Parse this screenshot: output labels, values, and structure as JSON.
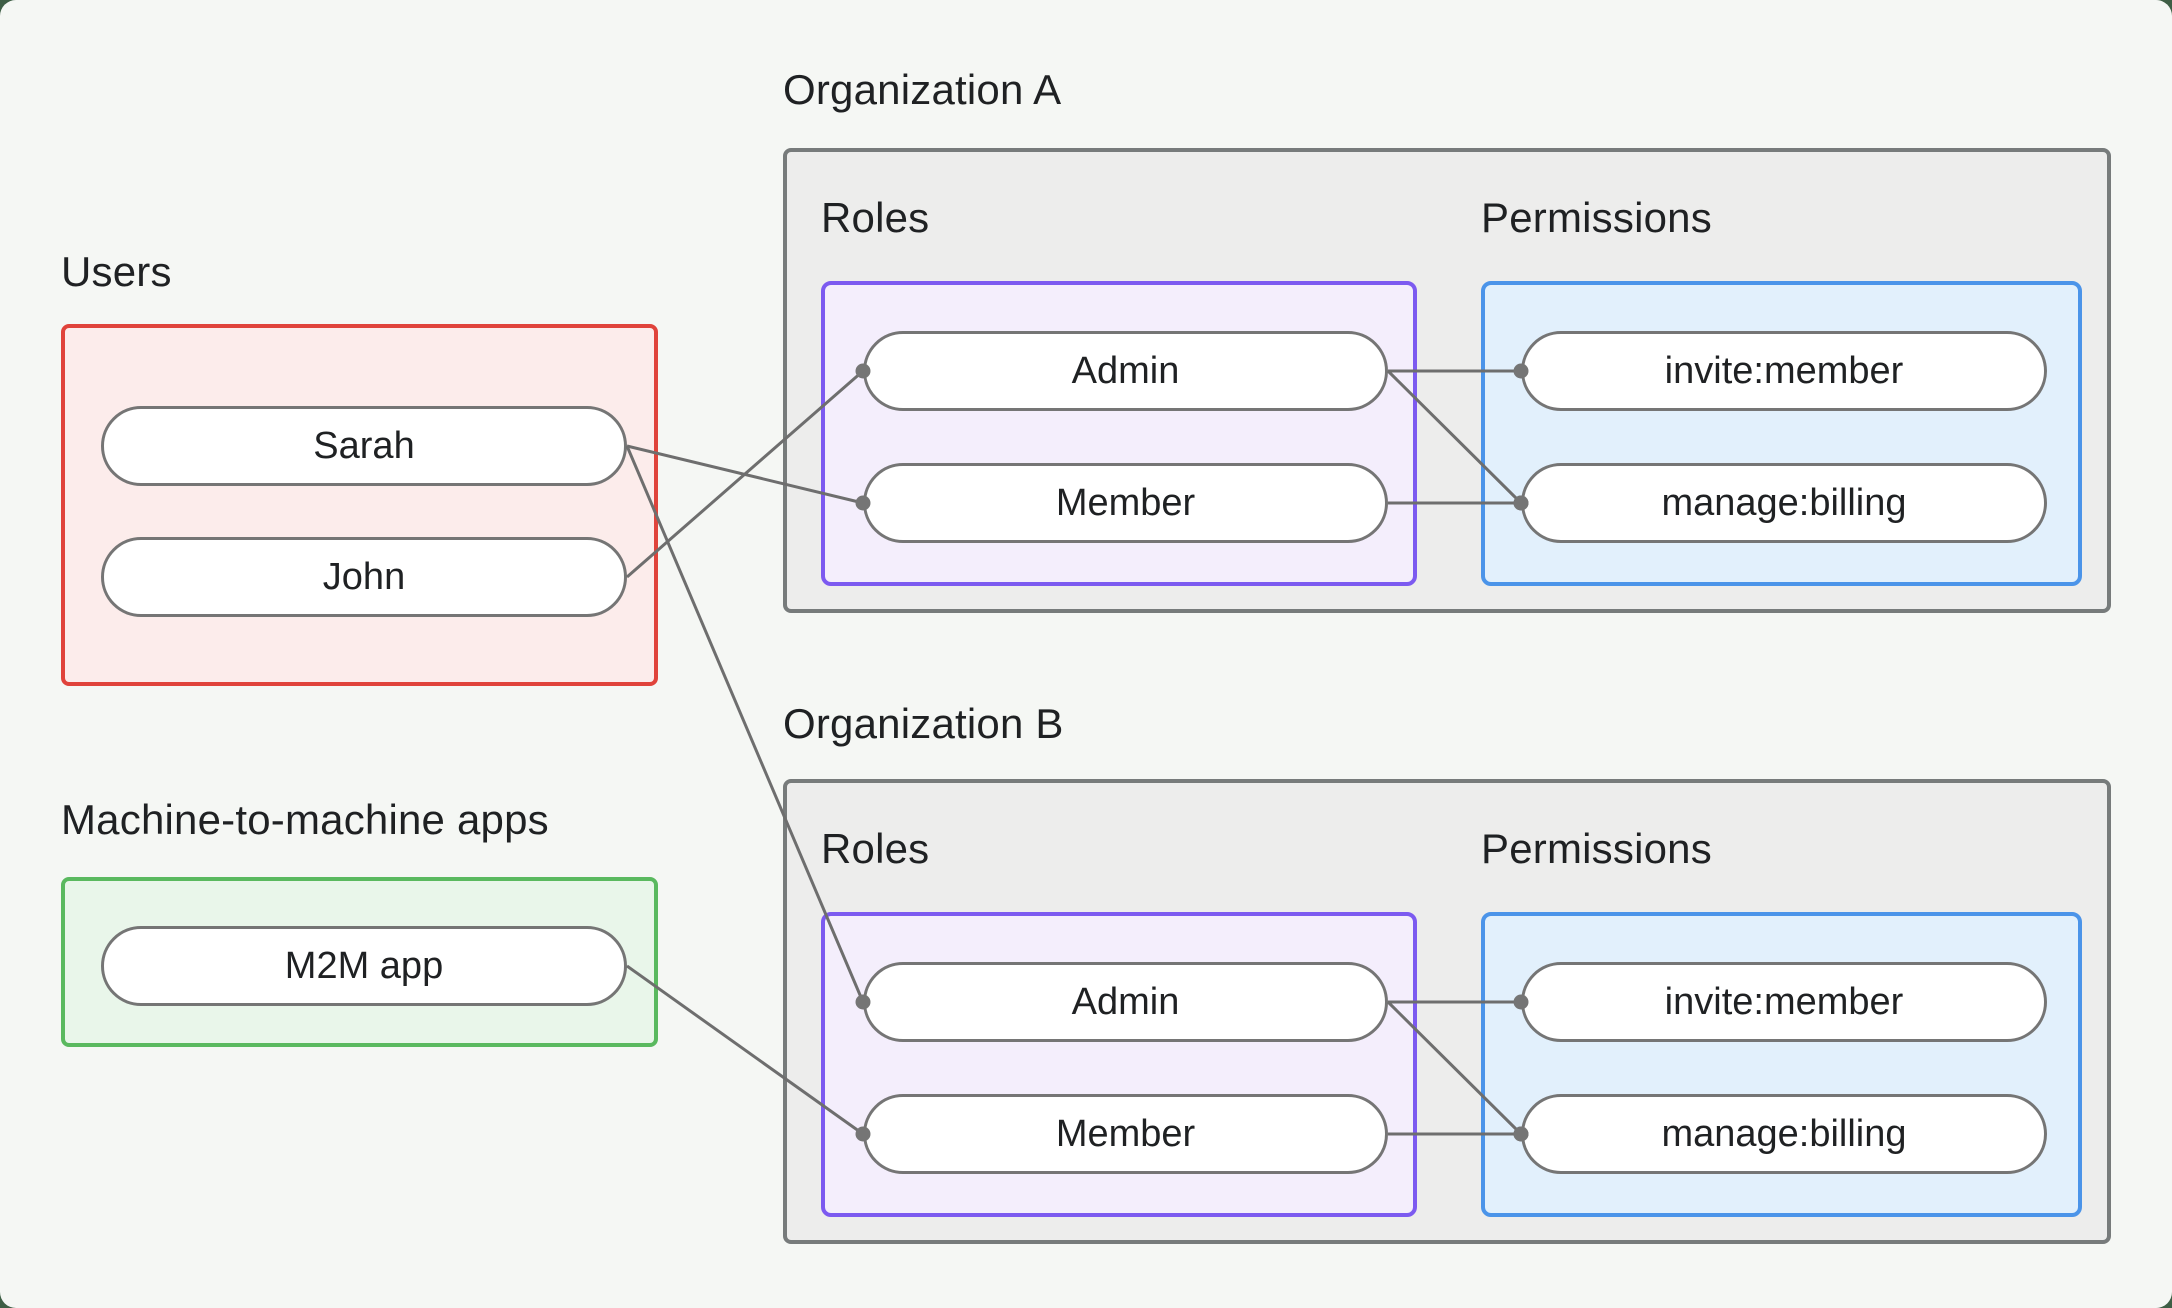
{
  "colors": {
    "canvas_bg": "#f5f7f4",
    "backdrop": "#3e5e45",
    "users_border": "#e0433b",
    "users_fill": "#fceceb",
    "m2m_border": "#5ab95f",
    "m2m_fill": "#e9f6ea",
    "org_border": "#777b7b",
    "org_fill": "#ededec",
    "roles_border": "#7c5af0",
    "roles_fill": "#f4eefc",
    "permissions_border": "#4b94e9",
    "permissions_fill": "#e2f0fc",
    "pill_border": "#757575",
    "edge_line": "#6e6e6e",
    "edge_dot": "#757575",
    "text": "#1f2123"
  },
  "users_group": {
    "label": "Users",
    "nodes": [
      {
        "id": "sarah",
        "label": "Sarah"
      },
      {
        "id": "john",
        "label": "John"
      }
    ]
  },
  "m2m_group": {
    "label": "Machine-to-machine apps",
    "nodes": [
      {
        "id": "m2m",
        "label": "M2M app"
      }
    ]
  },
  "org_a": {
    "label": "Organization A",
    "roles_label": "Roles",
    "permissions_label": "Permissions",
    "roles": [
      {
        "id": "admin-a",
        "label": "Admin"
      },
      {
        "id": "member-a",
        "label": "Member"
      }
    ],
    "permissions": [
      {
        "id": "invite-a",
        "label": "invite:member"
      },
      {
        "id": "manage-a",
        "label": "manage:billing"
      }
    ]
  },
  "org_b": {
    "label": "Organization B",
    "roles_label": "Roles",
    "permissions_label": "Permissions",
    "roles": [
      {
        "id": "admin-b",
        "label": "Admin"
      },
      {
        "id": "member-b",
        "label": "Member"
      }
    ],
    "permissions": [
      {
        "id": "invite-b",
        "label": "invite:member"
      },
      {
        "id": "manage-b",
        "label": "manage:billing"
      }
    ]
  },
  "edges": [
    {
      "from": "sarah",
      "to": "member-a"
    },
    {
      "from": "john",
      "to": "admin-a"
    },
    {
      "from": "sarah",
      "to": "admin-b"
    },
    {
      "from": "m2m",
      "to": "member-b"
    },
    {
      "from": "admin-a",
      "to": "invite-a"
    },
    {
      "from": "admin-a",
      "to": "manage-a"
    },
    {
      "from": "member-a",
      "to": "manage-a"
    },
    {
      "from": "admin-b",
      "to": "invite-b"
    },
    {
      "from": "admin-b",
      "to": "manage-b"
    },
    {
      "from": "member-b",
      "to": "manage-b"
    }
  ],
  "edge_style": {
    "stroke_width": 3,
    "dot_radius": 7.5
  }
}
